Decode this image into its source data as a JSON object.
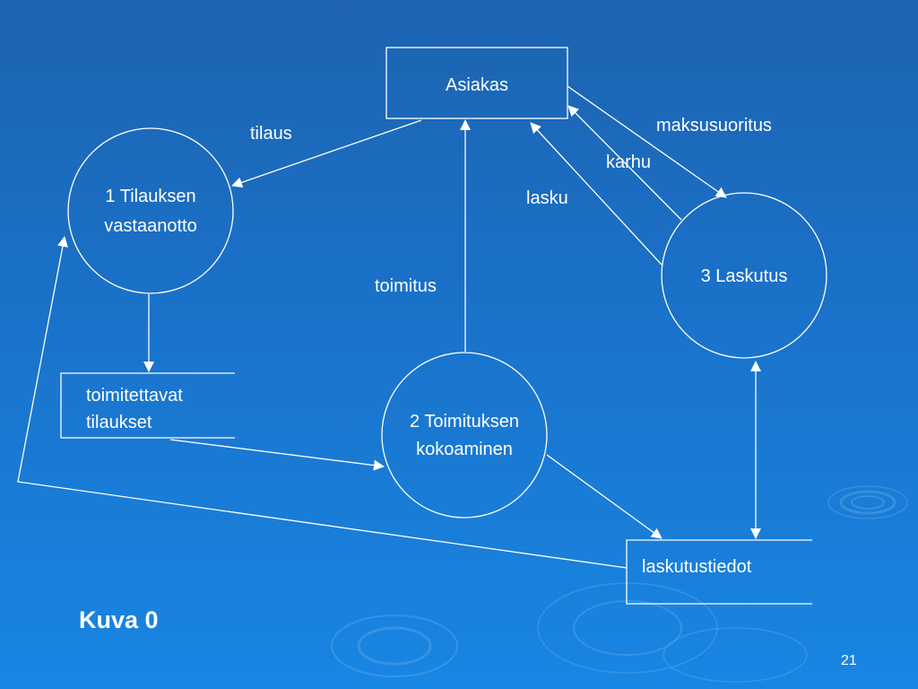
{
  "slide": {
    "caption": "Kuva 0",
    "page_number": "21"
  },
  "diagram": {
    "nodes": {
      "asiakas": "Asiakas",
      "p1_line1": "1 Tilauksen",
      "p1_line2": "vastaanotto",
      "p2_line1": "2 Toimituksen",
      "p2_line2": "kokoaminen",
      "p3": "3 Laskutus",
      "store1_line1": "toimitettavat",
      "store1_line2": "tilaukset",
      "store2": "laskutustiedot"
    },
    "flows": {
      "tilaus": "tilaus",
      "maksusuoritus": "maksusuoritus",
      "karhu": "karhu",
      "lasku": "lasku",
      "toimitus": "toimitus"
    }
  },
  "colors": {
    "line": "#ffffff",
    "background_top": "#1d63b0",
    "background_bottom": "#1886e3"
  }
}
